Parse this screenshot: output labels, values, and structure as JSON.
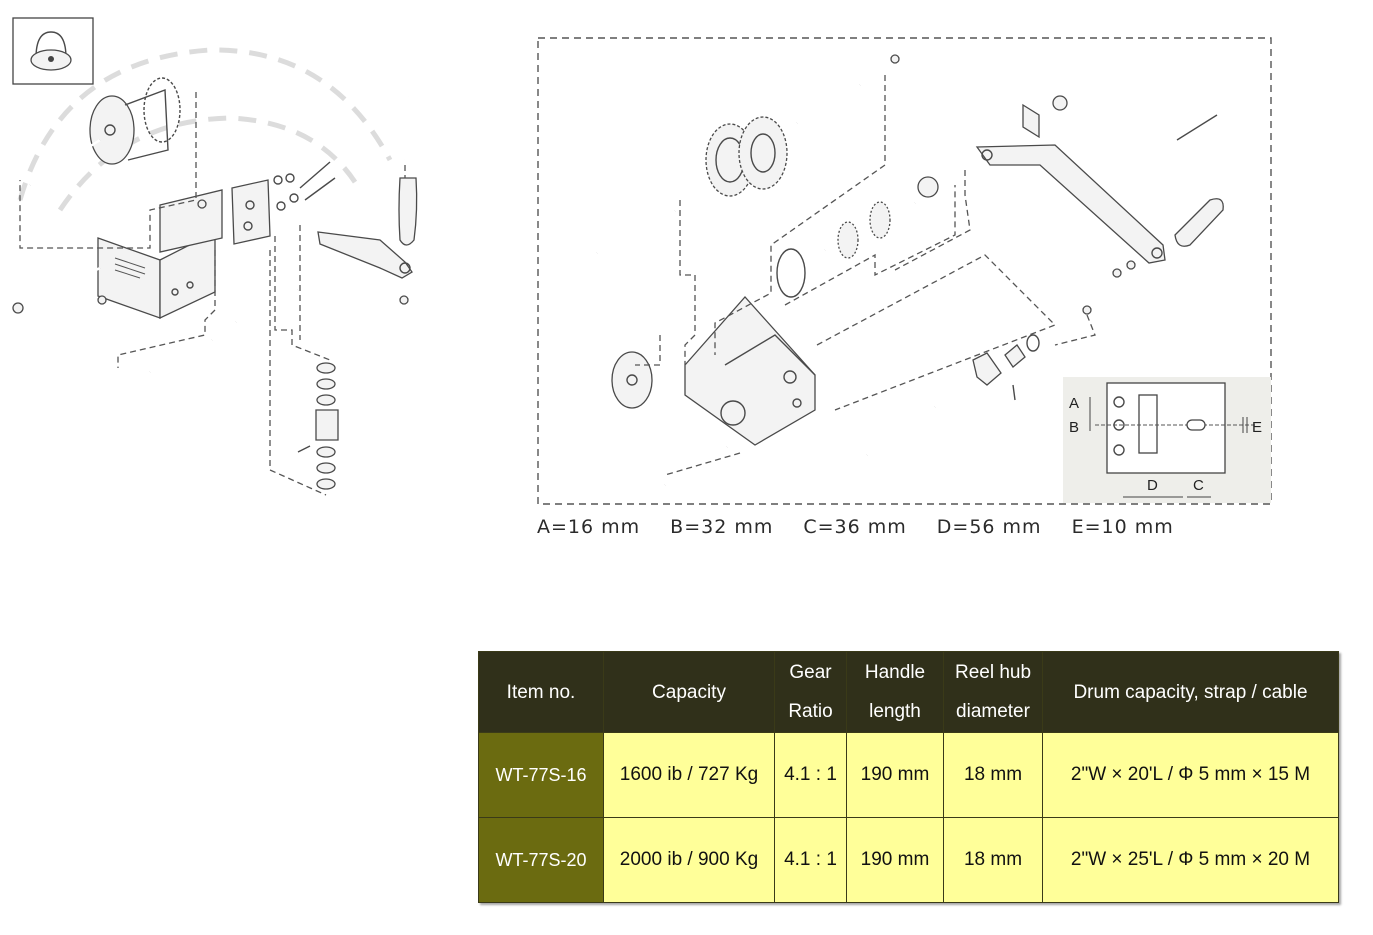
{
  "dimensions": {
    "A": "A=16 mm",
    "B": "B=32 mm",
    "C": "C=36 mm",
    "D": "D=56 mm",
    "E": "E=10 mm"
  },
  "inset_labels": [
    "A",
    "B",
    "D",
    "C",
    "E"
  ],
  "table": {
    "headers": {
      "item": "Item no.",
      "capacity": "Capacity",
      "gear_1": "Gear",
      "gear_2": "Ratio",
      "handle_1": "Handle",
      "handle_2": "length",
      "reel_1": "Reel hub",
      "reel_2": "diameter",
      "drum": "Drum capacity, strap / cable"
    },
    "rows": [
      {
        "item": "WT-77S-16",
        "capacity": "1600 ib / 727 Kg",
        "gear_ratio": "4.1 : 1",
        "handle_length": "190 mm",
        "reel_hub_diameter": "18 mm",
        "drum_capacity": "2\"W × 20'L / Φ 5 mm × 15 M"
      },
      {
        "item": "WT-77S-20",
        "capacity": "2000 ib / 900 Kg",
        "gear_ratio": "4.1 : 1",
        "handle_length": "190 mm",
        "reel_hub_diameter": "18 mm",
        "drum_capacity": "2\"W × 25'L / Φ 5 mm × 20 M"
      }
    ]
  },
  "colors": {
    "header_bg": "#30301a",
    "item_cell_bg": "#6b6b10",
    "data_cell_bg": "#ffff99"
  },
  "icons": [
    "mounting-eye-icon"
  ]
}
